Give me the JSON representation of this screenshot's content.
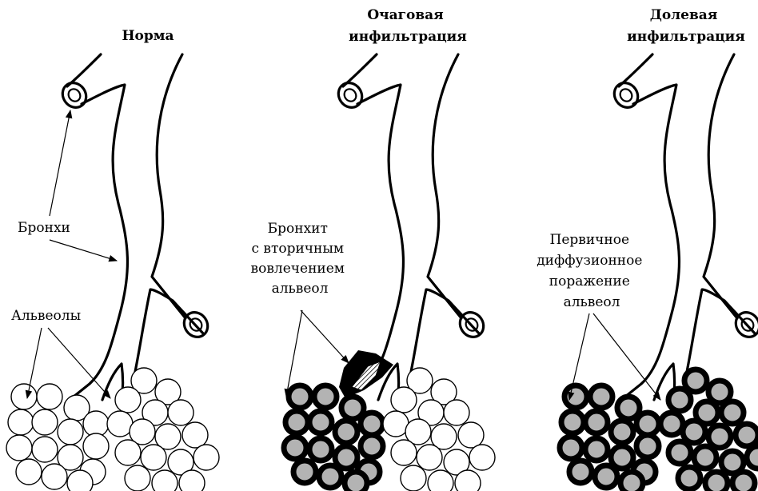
{
  "panels": [
    {
      "title_lines": [
        "Норма"
      ]
    },
    {
      "title_lines": [
        "Очаговая",
        "инфильтрация"
      ]
    },
    {
      "title_lines": [
        "Долевая",
        "инфильтрация"
      ]
    }
  ],
  "labels": {
    "bronchi": "Бронхи",
    "alveoli": "Альвеолы",
    "bronchitis": [
      "Бронхит",
      "с вторичным",
      "вовлечением",
      "альвеол"
    ],
    "primary": [
      "Первичное",
      "диффузионное",
      "поражение",
      "альвеол"
    ]
  },
  "colors": {
    "ink": "#000000",
    "healthy_fill": "#ffffff",
    "infiltrate_fill": "#b3b3b3",
    "infiltrate_ring": "#000000"
  }
}
